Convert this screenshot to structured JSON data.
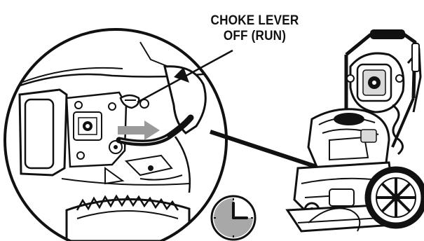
{
  "callout": {
    "line1": "CHOKE LEVER",
    "line2": "OFF (RUN)"
  },
  "colors": {
    "ink": "#111111",
    "paper": "#ffffff",
    "arrow_gray": "#9a9a9a",
    "clock_gray": "#a8a8a8",
    "shade": "#d9d9d9"
  },
  "icons": {
    "clock": "clock-icon",
    "pointer_arrow": "callout-arrow",
    "choke_motion_arrow": "choke-direction-arrow"
  }
}
